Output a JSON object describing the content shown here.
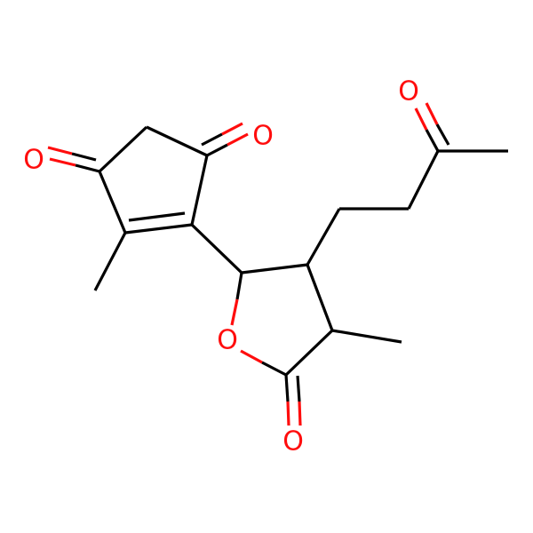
{
  "colors": {
    "background": "#ffffff",
    "carbon_bond": "#000000",
    "oxygen": "#ff0d0d"
  },
  "atoms": {
    "o_ring_ketone_left": "O",
    "o_ring_ketone_right": "O",
    "o_side_chain_ketone": "O",
    "o_lactone_ring": "O",
    "o_lactone_carbonyl": "O"
  }
}
